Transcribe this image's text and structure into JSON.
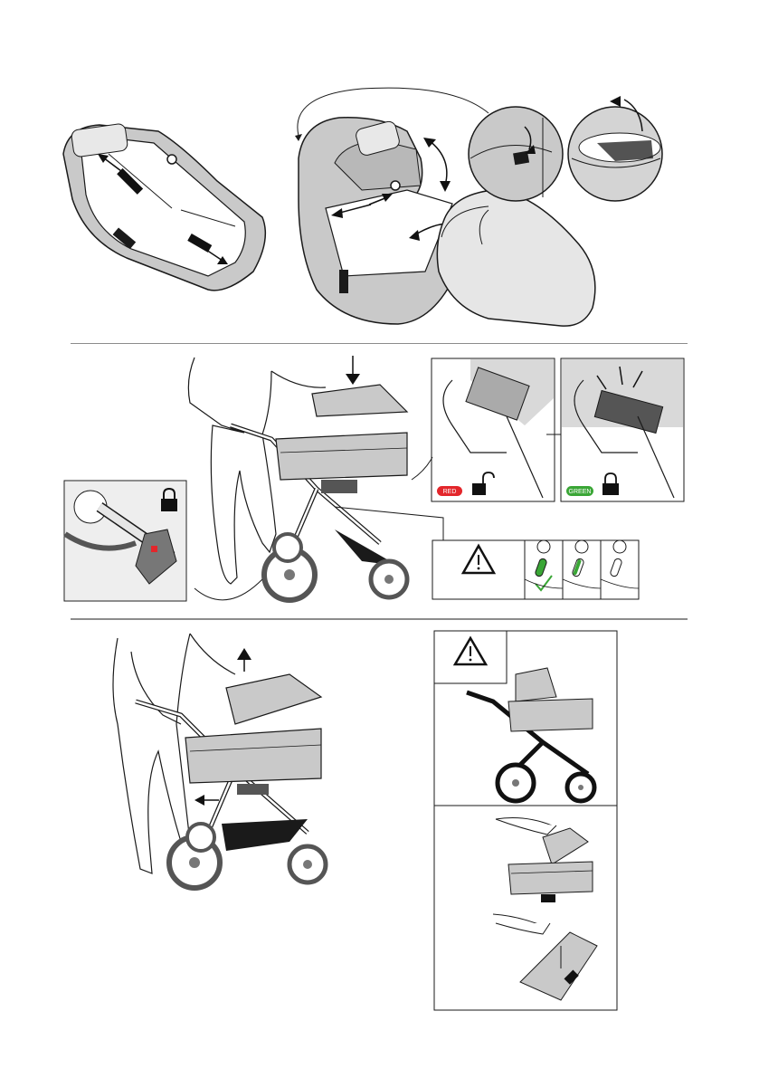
{
  "colors": {
    "fabric": "#c9c9c9",
    "fabric_dark": "#a9a9a9",
    "outline": "#1a1a1a",
    "ink": "#111111",
    "red_indicator": "#e3262b",
    "green_indicator": "#3aa636",
    "check_green": "#3aa636",
    "panel_bg": "#d9d9d9"
  },
  "indicators": {
    "unlocked_label": "RED",
    "locked_label": "GREEN"
  },
  "icons": {
    "warning": "warning-triangle-icon",
    "lock_closed": "padlock-closed-icon",
    "lock_open": "padlock-open-icon",
    "check": "check-mark-icon",
    "arrow_down": "arrow-down-icon",
    "arrow_up": "arrow-up-icon",
    "arrow_left": "arrow-left-icon"
  },
  "sections": {
    "s1": "carrycot-preparation",
    "s2": "attach-carrycot",
    "s3": "remove-carrycot"
  }
}
